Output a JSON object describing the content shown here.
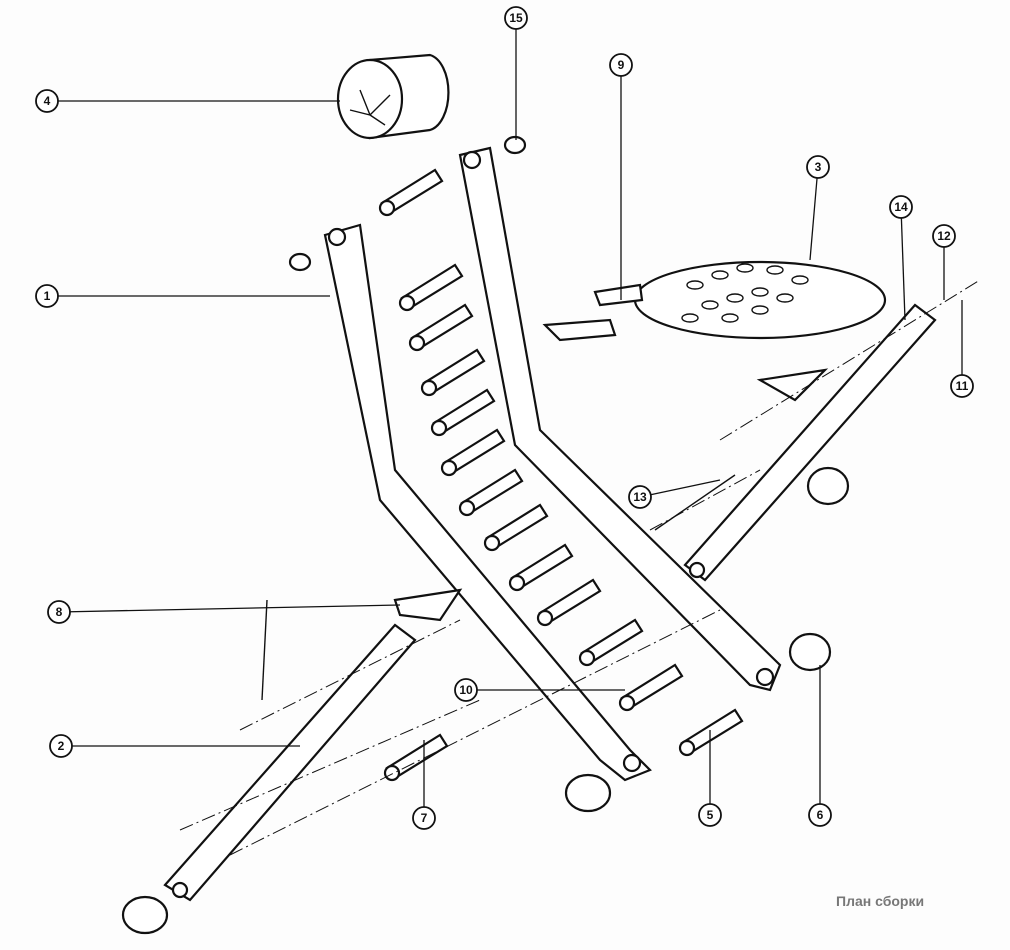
{
  "caption": "План сборки",
  "callouts": [
    "1",
    "2",
    "3",
    "4",
    "5",
    "6",
    "7",
    "8",
    "9",
    "10",
    "11",
    "12",
    "13",
    "14",
    "15"
  ]
}
